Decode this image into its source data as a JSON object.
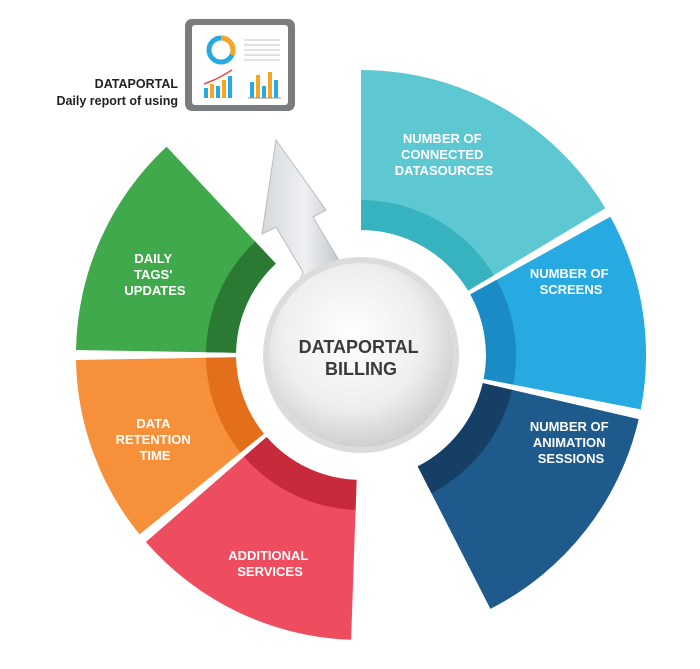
{
  "center": {
    "line1": "DATAPORTAL",
    "line2": "BILLING"
  },
  "report": {
    "title": "DATAPORTAL",
    "subtitle": "Daily report of using"
  },
  "segments": [
    {
      "lines": [
        "NUMBER OF",
        "CONNECTED",
        "DATASOURCES"
      ],
      "color": "#5dc8d2",
      "shade": "#37b3c0"
    },
    {
      "lines": [
        "NUMBER OF",
        "SCREENS"
      ],
      "color": "#27aae1",
      "shade": "#1a8bc4"
    },
    {
      "lines": [
        "NUMBER OF",
        "ANIMATION",
        "SESSIONS"
      ],
      "color": "#1e5a8c",
      "shade": "#163f66"
    },
    {
      "lines": [
        "ADDITIONAL",
        "SERVICES"
      ],
      "color": "#ee4d5f",
      "shade": "#c72a3a"
    },
    {
      "lines": [
        "DATA",
        "RETENTION",
        "TIME"
      ],
      "color": "#f6903b",
      "shade": "#e46f1b"
    },
    {
      "lines": [
        "DAILY",
        "TAGS'",
        "UPDATES"
      ],
      "color": "#40a94b",
      "shade": "#2a7a33"
    }
  ]
}
